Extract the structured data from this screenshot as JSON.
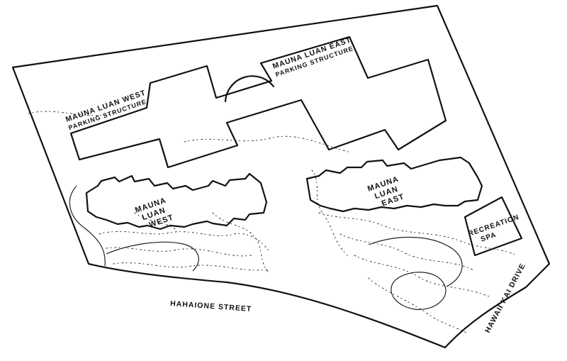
{
  "site_plan": {
    "labels": {
      "west_parking_line1": "MAUNA LUAN WEST",
      "west_parking_line2": "PARKING STRUCTURE",
      "east_parking_line1": "MAUNA LUAN EAST",
      "east_parking_line2": "PARKING STRUCTURE",
      "west_tower_line1": "MAUNA",
      "west_tower_line2": "LUAN",
      "west_tower_line3": "WEST",
      "east_tower_line1": "MAUNA",
      "east_tower_line2": "LUAN",
      "east_tower_line3": "EAST",
      "spa_line1": "RECREATION",
      "spa_line2": "SPA",
      "street_south": "HAHAIONE STREET",
      "street_east": "HAWAII KAI DRIVE"
    }
  }
}
